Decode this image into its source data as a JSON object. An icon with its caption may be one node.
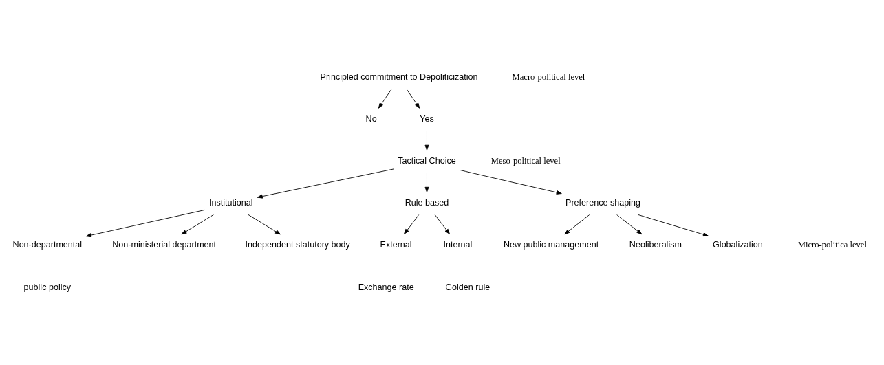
{
  "diagram": {
    "nodes": [
      {
        "text": [
          "Principled commitment to Depoliticization"
        ]
      },
      {
        "text": [
          "No"
        ]
      },
      {
        "text": [
          "Yes"
        ]
      },
      {
        "text": [
          "Tactical Choice"
        ]
      },
      {
        "text": [
          "Institutional"
        ]
      },
      {
        "text": [
          "Rule based"
        ]
      },
      {
        "text": [
          "Preference shaping"
        ]
      },
      {
        "text": [
          "Non-departmental"
        ]
      },
      {
        "text": [
          "Non-ministerial department"
        ]
      },
      {
        "text": [
          "Independent statutory body"
        ]
      },
      {
        "text": [
          "External"
        ]
      },
      {
        "text": [
          "Internal"
        ]
      },
      {
        "text": [
          "New public management"
        ]
      },
      {
        "text": [
          "Neoliberalism"
        ]
      },
      {
        "text": [
          "Globalization"
        ]
      }
    ],
    "edges": [
      {
        "from": 0,
        "to": 1,
        "arrow": "to"
      },
      {
        "from": 0,
        "to": 2,
        "arrow": "to"
      },
      {
        "from": 2,
        "to": 3,
        "arrow": "to"
      },
      {
        "from": 3,
        "to": 4,
        "arrow": "to"
      },
      {
        "from": 3,
        "to": 5,
        "arrow": "to"
      },
      {
        "from": 3,
        "to": 6,
        "arrow": "to"
      },
      {
        "from": 4,
        "to": 7,
        "arrow": "to"
      },
      {
        "from": 4,
        "to": 8,
        "arrow": "to"
      },
      {
        "from": 4,
        "to": 9,
        "arrow": "to"
      },
      {
        "from": 5,
        "to": 10,
        "arrow": "to"
      },
      {
        "from": 5,
        "to": 11,
        "arrow": "to"
      },
      {
        "from": 6,
        "to": 12,
        "arrow": "to"
      },
      {
        "from": 6,
        "to": 13,
        "arrow": "to"
      },
      {
        "from": 6,
        "to": 14,
        "arrow": "to"
      }
    ],
    "labels": [
      "Macro-political level",
      "Meso-political level",
      "public policy",
      "Exchange rate",
      "Golden rule",
      "Micro-politica level"
    ]
  }
}
